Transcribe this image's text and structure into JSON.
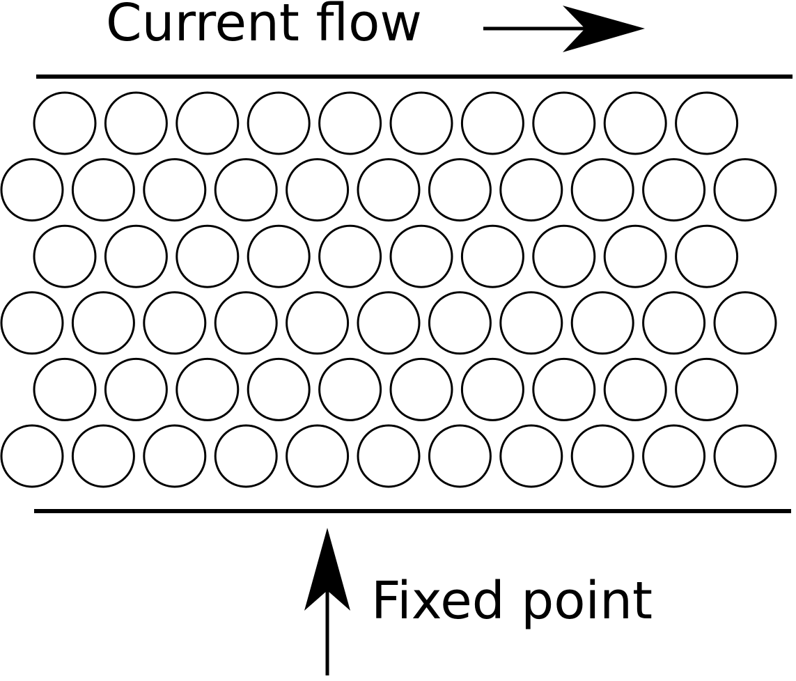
{
  "diagram": {
    "current_flow_label": "Current flow",
    "fixed_point_label": "Fixed point",
    "line_color": "#000000",
    "background_color": "#ffffff",
    "lattice": {
      "rows": [
        10,
        11,
        10,
        11,
        10,
        11
      ]
    }
  }
}
